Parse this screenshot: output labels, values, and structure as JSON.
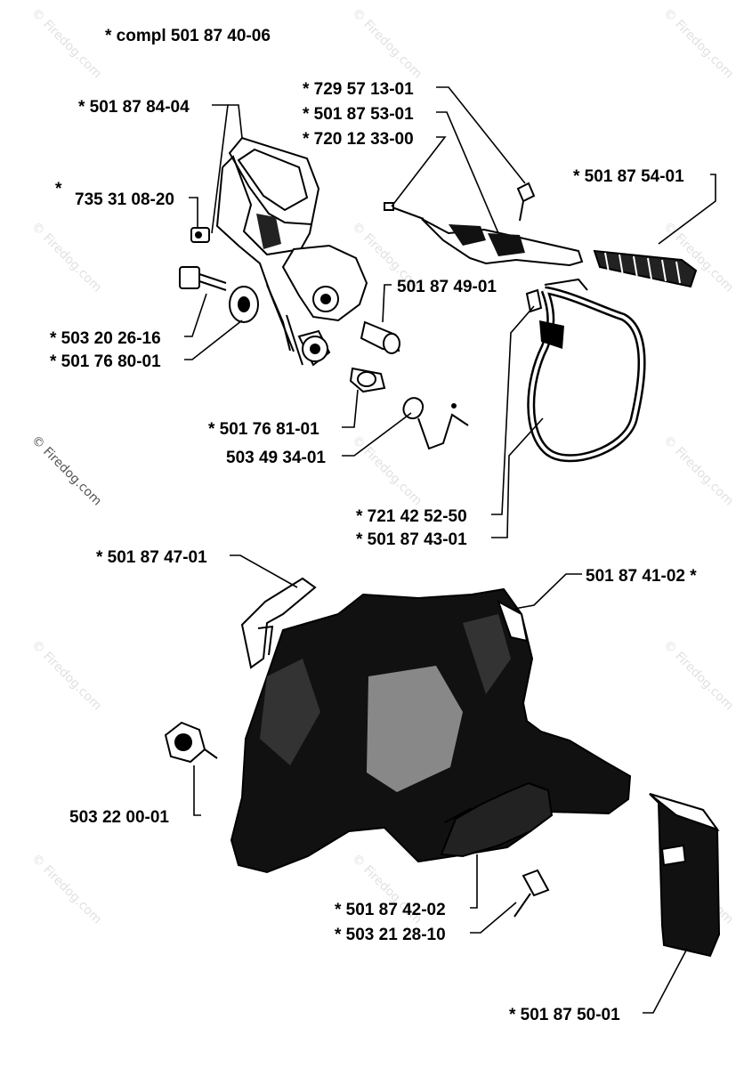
{
  "header": {
    "assembly_label": "*  compl  501 87 40-06"
  },
  "parts": [
    {
      "id": "p1",
      "label": "*  501 87 84-04"
    },
    {
      "id": "p2",
      "label": "735 31 08-20"
    },
    {
      "id": "p2s",
      "label": "*"
    },
    {
      "id": "p3",
      "label": "*  503 20 26-16"
    },
    {
      "id": "p4",
      "label": "*  501 76 80-01"
    },
    {
      "id": "p5",
      "label": "501 87 49-01"
    },
    {
      "id": "p6",
      "label": "*  501 76 81-01"
    },
    {
      "id": "p7",
      "label": "503 49 34-01"
    },
    {
      "id": "p8",
      "label": "*  729 57 13-01"
    },
    {
      "id": "p9",
      "label": "*  501 87 53-01"
    },
    {
      "id": "p10",
      "label": "*  720 12 33-00"
    },
    {
      "id": "p11",
      "label": "*  501 87 54-01"
    },
    {
      "id": "p12",
      "label": "*  721 42 52-50"
    },
    {
      "id": "p13",
      "label": "*  501 87 43-01"
    },
    {
      "id": "p14",
      "label": "*  501 87 47-01"
    },
    {
      "id": "p15",
      "label": "501 87 41-02  *"
    },
    {
      "id": "p16",
      "label": "503 22 00-01"
    },
    {
      "id": "p17",
      "label": "*  501 87 42-02"
    },
    {
      "id": "p18",
      "label": "*  503 21 28-10"
    },
    {
      "id": "p19",
      "label": "*  501 87 50-01"
    }
  ],
  "watermark": {
    "text": "© Firedog.com",
    "color": "#e1e1e1"
  }
}
